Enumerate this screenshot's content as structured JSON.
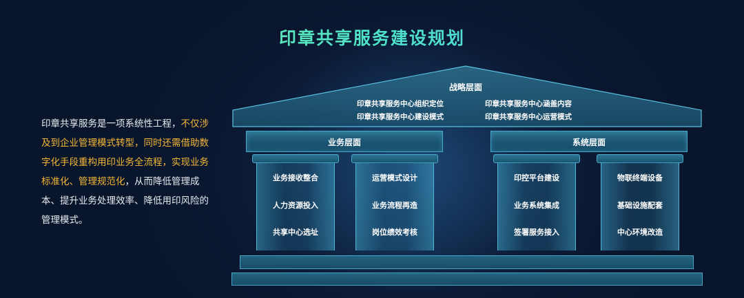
{
  "title": "印章共享服务建设规划",
  "intro": {
    "seg1": "印章共享服务是一项系统性工程，",
    "seg2": "不仅涉及到企业管理模式转型，同时还需借助数字化手段重构用印业务全流程，实现业务标准化、管理规范化",
    "seg3": "，从而降低管理成本、提升业务处理效率、降低用印风险的管理模式。"
  },
  "roof": {
    "label": "战略层面",
    "items": [
      "印章共享服务中心组织定位",
      "印章共享服务中心涵盖内容",
      "印章共享服务中心建设模式",
      "印章共享服务中心运营模式"
    ]
  },
  "business": {
    "label": "业务层面",
    "columns": [
      [
        "业务接收整合",
        "人力资源投入",
        "共享中心选址"
      ],
      [
        "运营模式设计",
        "业务流程再造",
        "岗位绩效考核"
      ]
    ]
  },
  "system": {
    "label": "系统层面",
    "columns": [
      [
        "印控平台建设",
        "业务系统集成",
        "签署服务接入"
      ],
      [
        "物联终端设备",
        "基础设施配套",
        "中心环境改造"
      ]
    ]
  },
  "colors": {
    "title_start": "#7ef09a",
    "title_end": "#52c8f5",
    "highlight": "#f3b737",
    "background": "#0d1f3c",
    "structure": "#2a6f8a"
  }
}
